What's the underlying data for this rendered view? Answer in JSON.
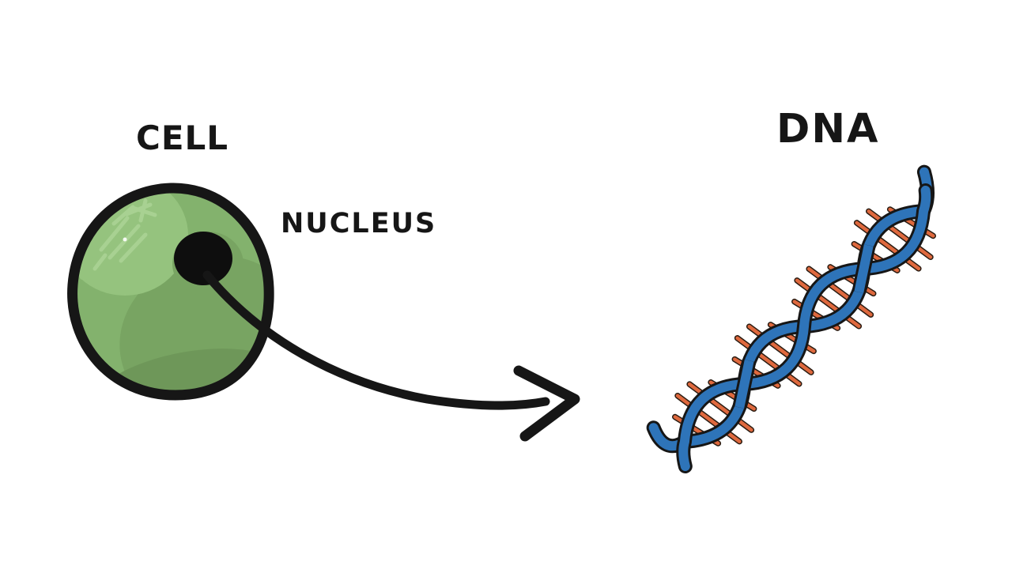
{
  "labels": {
    "cell": "CELL",
    "nucleus": "NUCLEUS",
    "dna": "DNA"
  },
  "colors": {
    "background": "#ffffff",
    "ink": "#161616",
    "cell_green": "#83B26D",
    "cell_green_light": "#95C37E",
    "cell_scribble": "#A8D192",
    "cell_green_dark": "#78A462",
    "cell_green_darker": "#6E9759",
    "nucleus_black": "#0E0E0E",
    "dna_blue": "#2E74B9",
    "dna_orange": "#DF693E",
    "rung_outline": "#2A1C12"
  },
  "elements": [
    "cell",
    "nucleus",
    "arrow",
    "dna-double-helix"
  ]
}
